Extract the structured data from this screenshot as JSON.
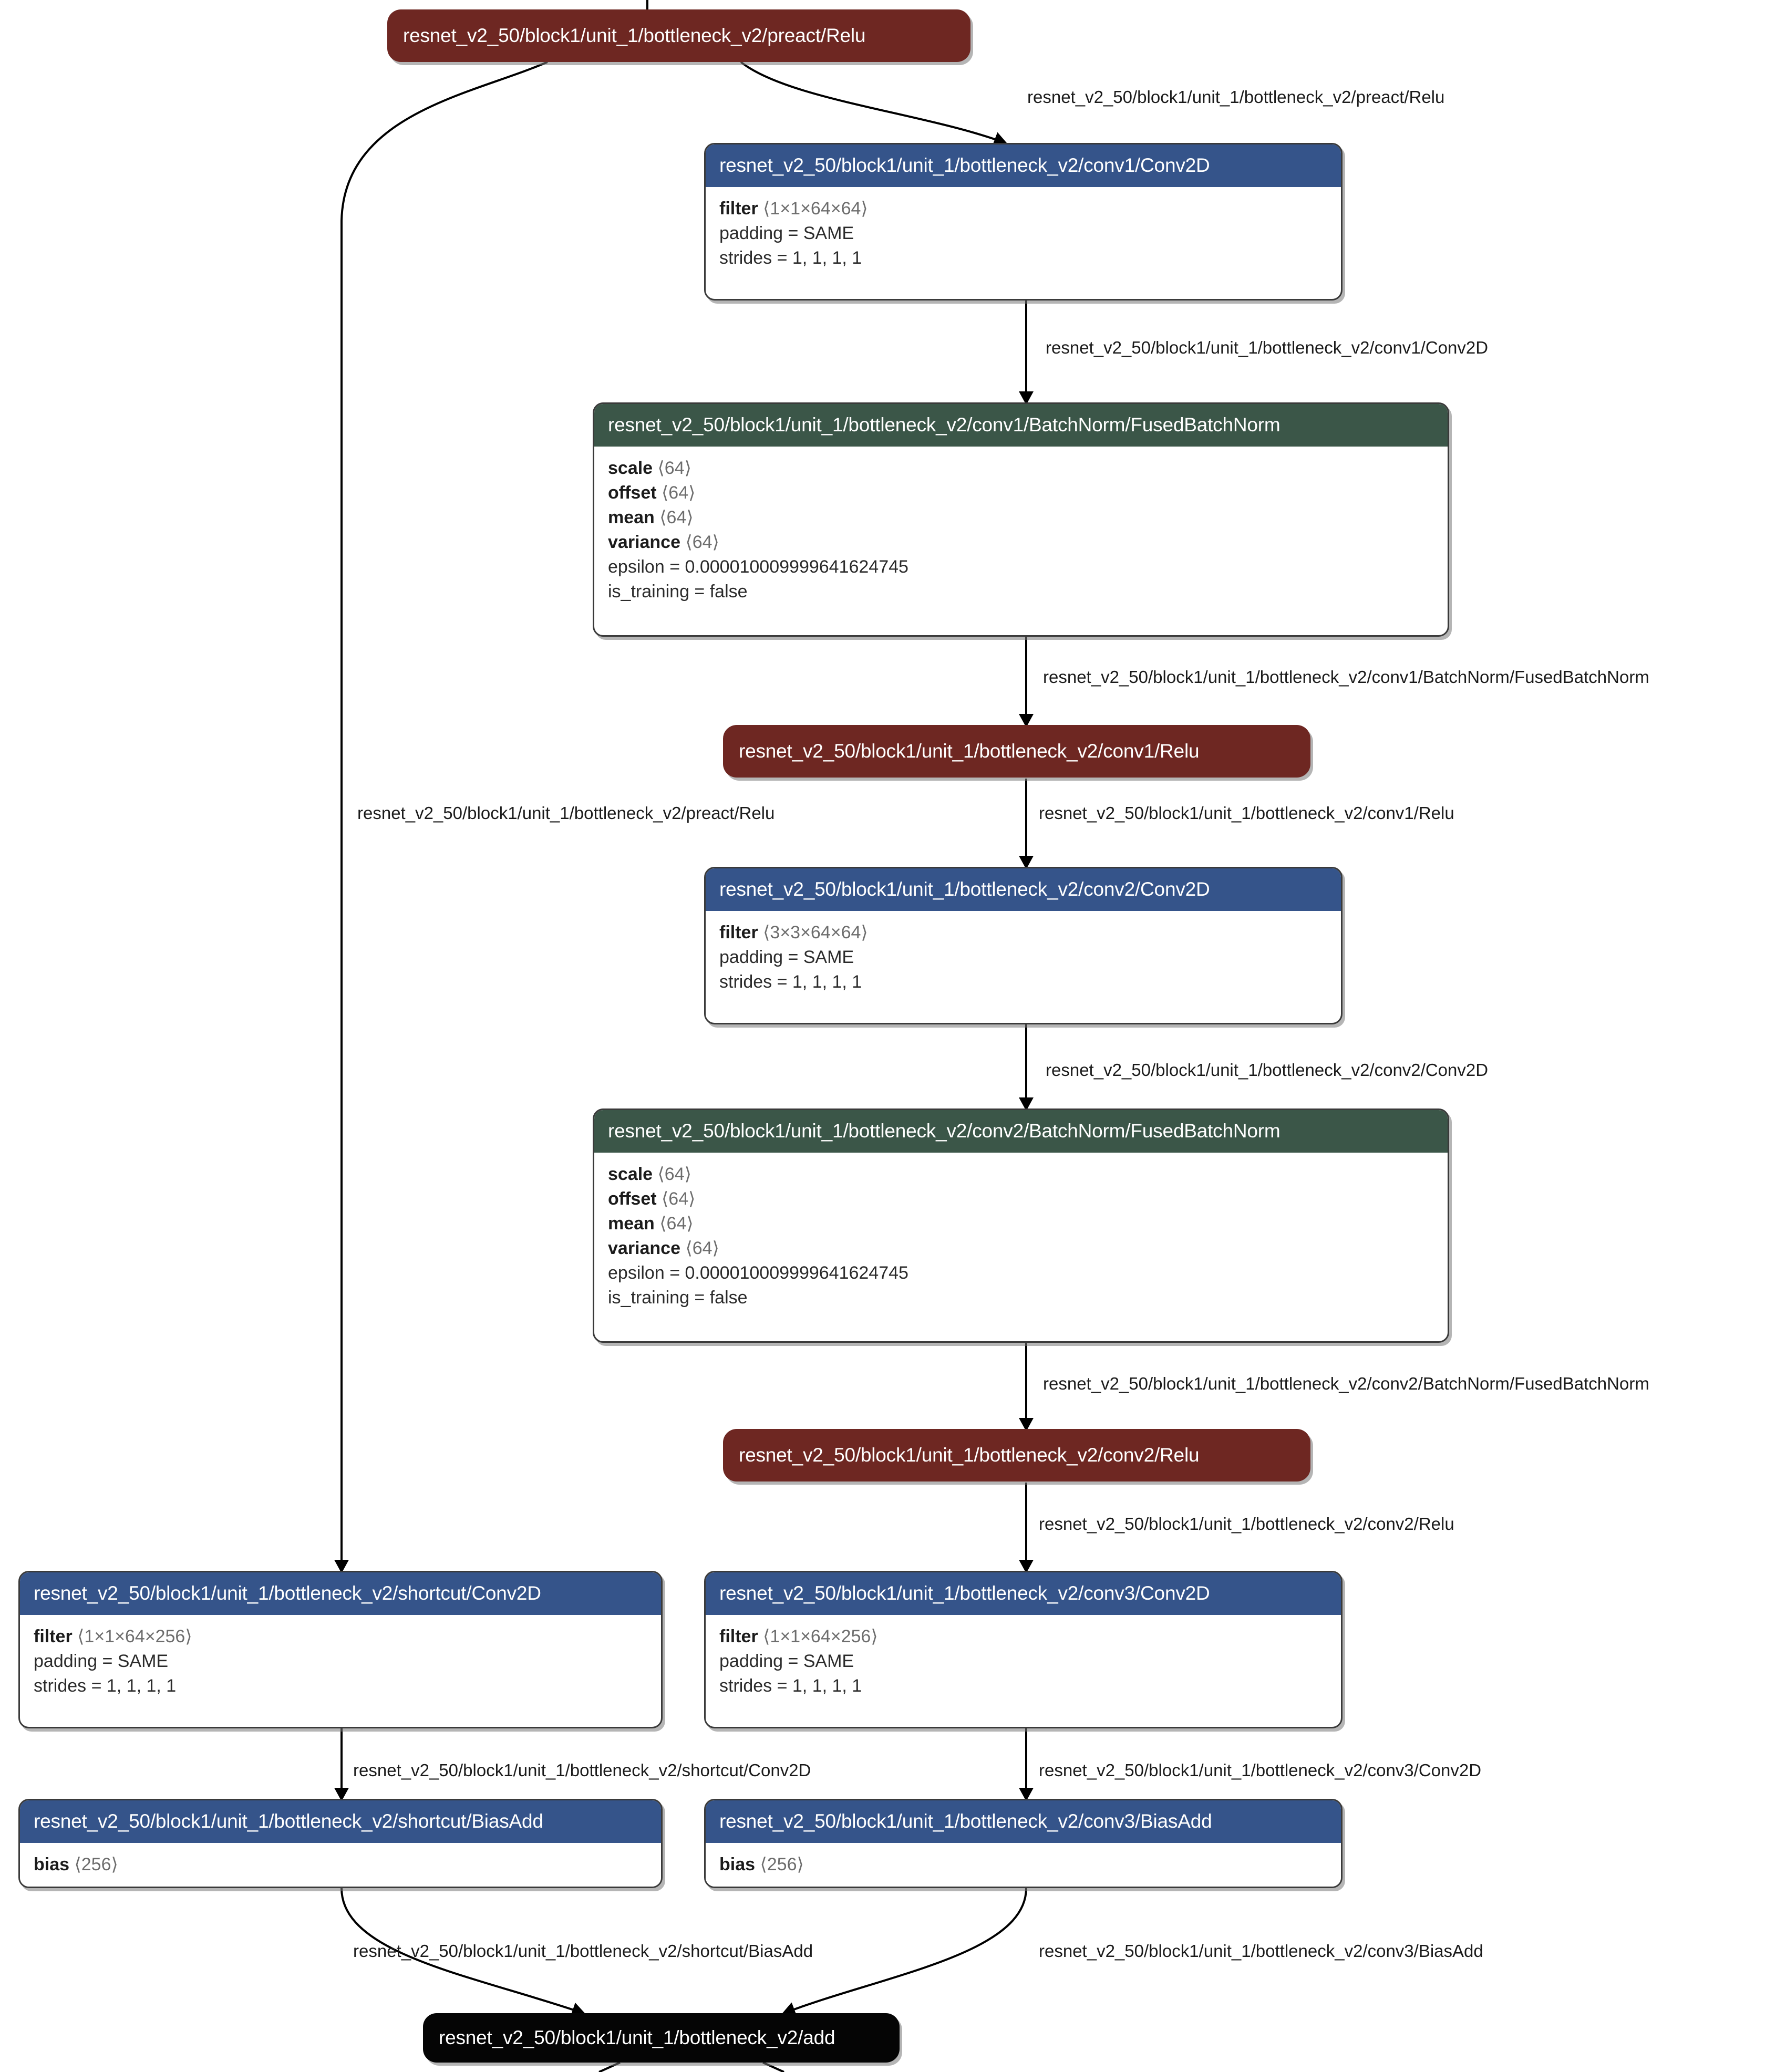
{
  "graph": {
    "title": "resnet_v2_50/block1/unit_1/bottleneck_v2",
    "colors": {
      "conv_header": "#35548a",
      "batchnorm_header": "#3b5648",
      "relu_node": "#6e2722",
      "add_node": "#050505",
      "node_border": "#3a3a3a",
      "edge": "#000000",
      "text": "#1b1b1b"
    },
    "attr_labels": {
      "filter": "filter",
      "scale": "scale",
      "offset": "offset",
      "mean": "mean",
      "variance": "variance"
    }
  },
  "nodes": {
    "preact_relu": {
      "title": "resnet_v2_50/block1/unit_1/bottleneck_v2/preact/Relu",
      "type": "Relu"
    },
    "conv1_conv2d": {
      "title": "resnet_v2_50/block1/unit_1/bottleneck_v2/conv1/Conv2D",
      "type": "Conv2D",
      "filter_shape": "⟨1×1×64×64⟩",
      "padding": "padding = SAME",
      "strides": "strides = 1, 1, 1, 1"
    },
    "conv1_bn": {
      "title": "resnet_v2_50/block1/unit_1/bottleneck_v2/conv1/BatchNorm/FusedBatchNorm",
      "type": "FusedBatchNorm",
      "scale_shape": "⟨64⟩",
      "offset_shape": "⟨64⟩",
      "mean_shape": "⟨64⟩",
      "variance_shape": "⟨64⟩",
      "epsilon": "epsilon = 0.000010009999641624745",
      "is_training": "is_training = false"
    },
    "conv1_relu": {
      "title": "resnet_v2_50/block1/unit_1/bottleneck_v2/conv1/Relu",
      "type": "Relu"
    },
    "conv2_conv2d": {
      "title": "resnet_v2_50/block1/unit_1/bottleneck_v2/conv2/Conv2D",
      "type": "Conv2D",
      "filter_shape": "⟨3×3×64×64⟩",
      "padding": "padding = SAME",
      "strides": "strides = 1, 1, 1, 1"
    },
    "conv2_bn": {
      "title": "resnet_v2_50/block1/unit_1/bottleneck_v2/conv2/BatchNorm/FusedBatchNorm",
      "type": "FusedBatchNorm",
      "scale_shape": "⟨64⟩",
      "offset_shape": "⟨64⟩",
      "mean_shape": "⟨64⟩",
      "variance_shape": "⟨64⟩",
      "epsilon": "epsilon = 0.000010009999641624745",
      "is_training": "is_training = false"
    },
    "conv2_relu": {
      "title": "resnet_v2_50/block1/unit_1/bottleneck_v2/conv2/Relu",
      "type": "Relu"
    },
    "shortcut_conv2d": {
      "title": "resnet_v2_50/block1/unit_1/bottleneck_v2/shortcut/Conv2D",
      "type": "Conv2D",
      "filter_shape": "⟨1×1×64×256⟩",
      "padding": "padding = SAME",
      "strides": "strides = 1, 1, 1, 1"
    },
    "conv3_conv2d": {
      "title": "resnet_v2_50/block1/unit_1/bottleneck_v2/conv3/Conv2D",
      "type": "Conv2D",
      "filter_shape": "⟨1×1×64×256⟩",
      "padding": "padding = SAME",
      "strides": "strides = 1, 1, 1, 1"
    },
    "shortcut_biasadd": {
      "title": "resnet_v2_50/block1/unit_1/bottleneck_v2/shortcut/BiasAdd",
      "type": "BiasAdd",
      "bias_label": "bias",
      "bias_shape": "⟨256⟩"
    },
    "conv3_biasadd": {
      "title": "resnet_v2_50/block1/unit_1/bottleneck_v2/conv3/BiasAdd",
      "type": "BiasAdd",
      "bias_label": "bias",
      "bias_shape": "⟨256⟩"
    },
    "add": {
      "title": "resnet_v2_50/block1/unit_1/bottleneck_v2/add",
      "type": "Add"
    }
  },
  "edge_labels": {
    "preact_to_conv1": "resnet_v2_50/block1/unit_1/bottleneck_v2/preact/Relu",
    "conv1_conv2d_to_bn": "resnet_v2_50/block1/unit_1/bottleneck_v2/conv1/Conv2D",
    "conv1_bn_to_relu": "resnet_v2_50/block1/unit_1/bottleneck_v2/conv1/BatchNorm/FusedBatchNorm",
    "preact_to_shortcut": "resnet_v2_50/block1/unit_1/bottleneck_v2/preact/Relu",
    "conv1_relu_to_conv2": "resnet_v2_50/block1/unit_1/bottleneck_v2/conv1/Relu",
    "conv2_conv2d_to_bn": "resnet_v2_50/block1/unit_1/bottleneck_v2/conv2/Conv2D",
    "conv2_bn_to_relu": "resnet_v2_50/block1/unit_1/bottleneck_v2/conv2/BatchNorm/FusedBatchNorm",
    "conv2_relu_to_conv3": "resnet_v2_50/block1/unit_1/bottleneck_v2/conv2/Relu",
    "shortcut_conv2d_to_biasadd": "resnet_v2_50/block1/unit_1/bottleneck_v2/shortcut/Conv2D",
    "conv3_conv2d_to_biasadd": "resnet_v2_50/block1/unit_1/bottleneck_v2/conv3/Conv2D",
    "shortcut_biasadd_to_add": "resnet_v2_50/block1/unit_1/bottleneck_v2/shortcut/BiasAdd",
    "conv3_biasadd_to_add": "resnet_v2_50/block1/unit_1/bottleneck_v2/conv3/BiasAdd"
  }
}
